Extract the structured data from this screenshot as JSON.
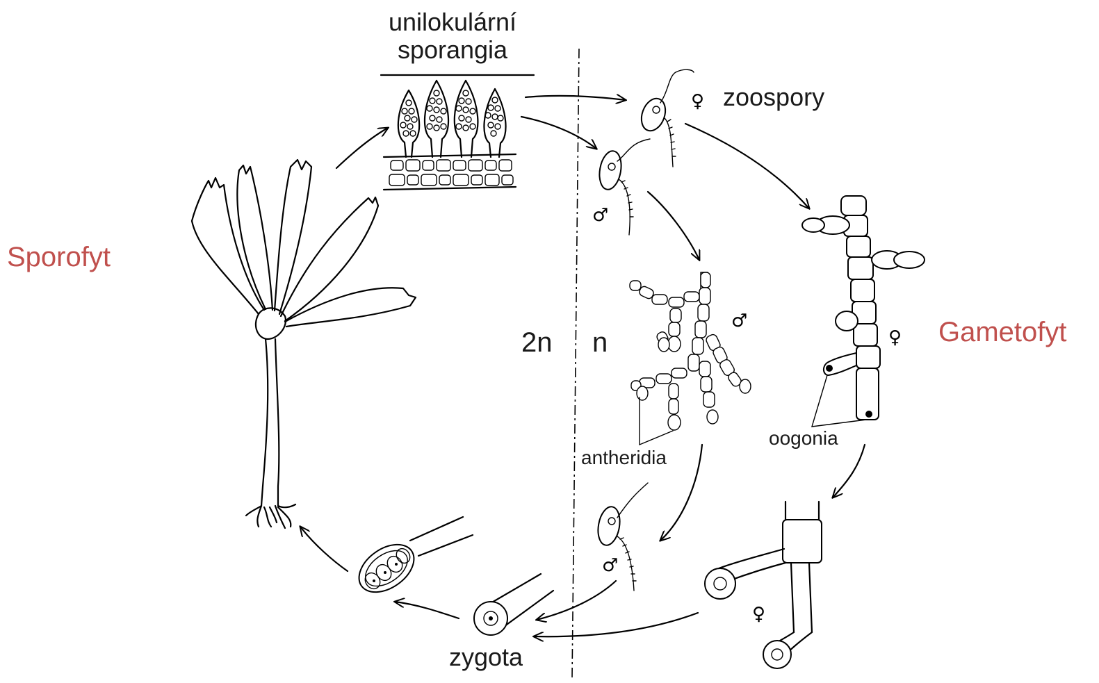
{
  "colors": {
    "stroke": "#000000",
    "accent_red": "#c0504d",
    "text": "#1a1a1a"
  },
  "labels": {
    "sporangia_line1": "unilokulární",
    "sporangia_line2": "sporangia",
    "zoospory": "zoospory",
    "sporofyt": "Sporofyt",
    "gametofyt": "Gametofyt",
    "ploidy_2n": "2n",
    "ploidy_n": "n",
    "antheridia": "antheridia",
    "oogonia": "oogonia",
    "zygota": "zygota",
    "female_symbol": "♀",
    "male_symbol": "♂"
  }
}
